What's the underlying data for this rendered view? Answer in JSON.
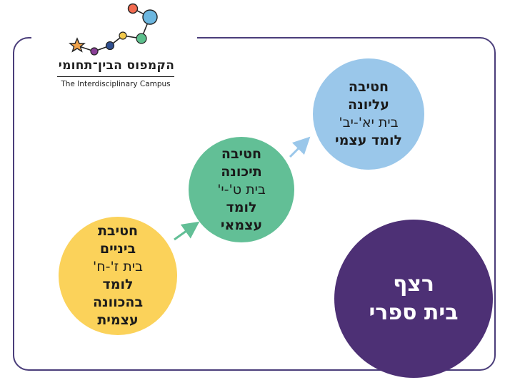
{
  "logo": {
    "hebrew_name": "הקמפוס הבין־תחומי",
    "english_name": "The Interdisciplinary Campus",
    "dot_colors": [
      "#f47c4a",
      "#7e3f8f",
      "#2f4f8f",
      "#f2c94c",
      "#5cbf8c",
      "#6cb7e0",
      "#f26a4f",
      "#5aa9e6"
    ]
  },
  "circles": {
    "middle": {
      "title_1": "חטיבת",
      "title_2": "ביניים",
      "grades": "בית ז'-ח'",
      "mode_1": "לומד",
      "mode_2": "בהכוונה",
      "mode_3": "עצמית",
      "color": "#fbd25a"
    },
    "prep": {
      "title_1": "חטיבה",
      "title_2": "תיכונה",
      "grades": "בית ט'-י'",
      "mode_1": "לומד",
      "mode_2": "עצמאי",
      "color": "#62bf96"
    },
    "upper": {
      "title_1": "חטיבה",
      "title_2": "עליונה",
      "grades": "בית יא'-יב'",
      "mode_1": "לומד עצמי",
      "color": "#9ac7ea"
    },
    "continuum": {
      "line_1": "רצף",
      "line_2": "בית ספרי",
      "color": "#4d3075"
    }
  },
  "colors": {
    "frame": "#4a3d7a",
    "arrow_1": "#62bf96",
    "arrow_2": "#9ac7ea"
  }
}
